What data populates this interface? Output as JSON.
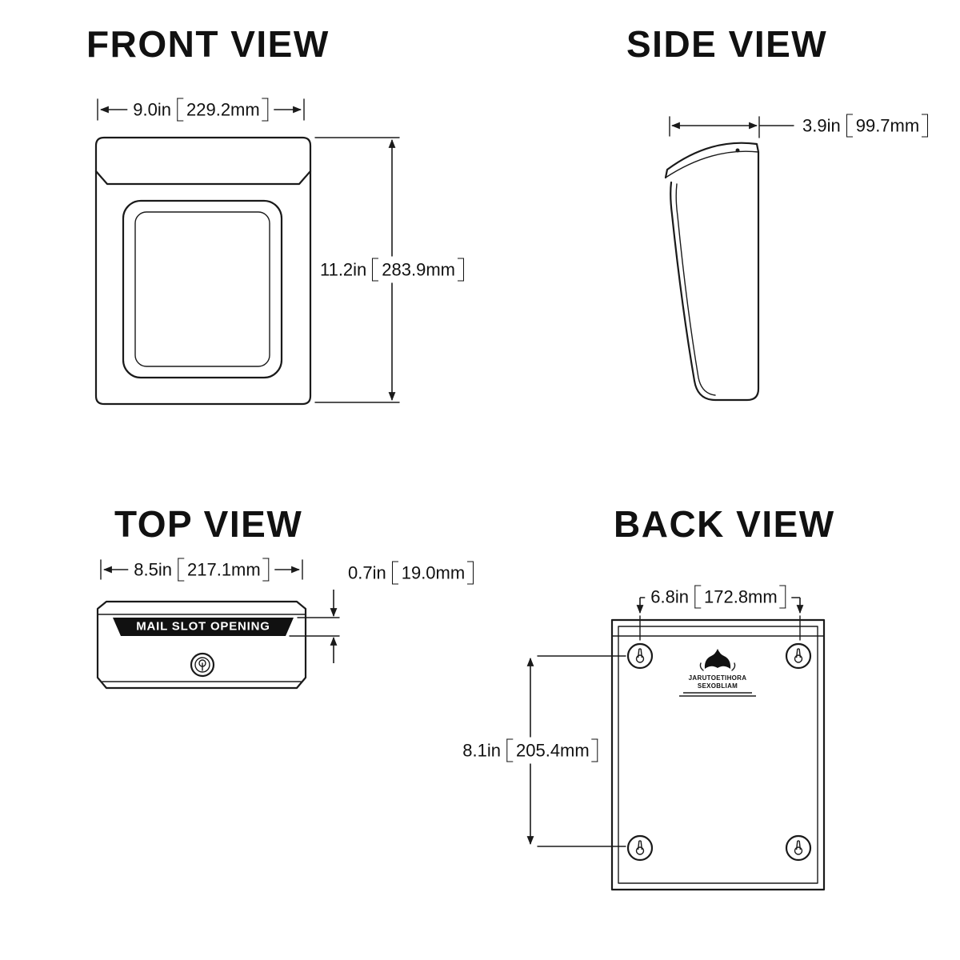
{
  "colors": {
    "line": "#1a1a1a",
    "slot_fill": "#111111",
    "background": "#ffffff"
  },
  "views": {
    "front": {
      "title": "FRONT VIEW",
      "width": {
        "in": "9.0in",
        "mm": "229.2mm"
      },
      "height": {
        "in": "11.2in",
        "mm": "283.9mm"
      }
    },
    "side": {
      "title": "SIDE VIEW",
      "depth": {
        "in": "3.9in",
        "mm": "99.7mm"
      }
    },
    "top": {
      "title": "TOP VIEW",
      "width": {
        "in": "8.5in",
        "mm": "217.1mm"
      },
      "slot": {
        "in": "0.7in",
        "mm": "19.0mm"
      },
      "slot_label": "MAIL SLOT OPENING"
    },
    "back": {
      "title": "BACK VIEW",
      "hole_spacing_horizontal": {
        "in": "6.8in",
        "mm": "172.8mm"
      },
      "hole_spacing_vertical": {
        "in": "8.1in",
        "mm": "205.4mm"
      },
      "logo_line1": "JARUTOETIHORA",
      "logo_line2": "SEXOBLIAM"
    }
  }
}
